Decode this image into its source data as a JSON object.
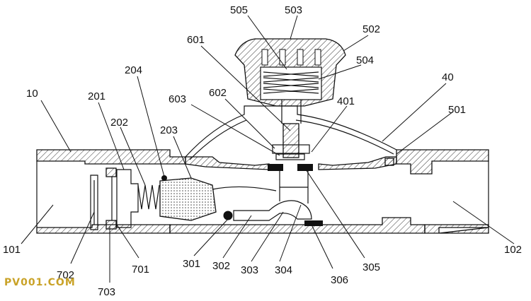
{
  "labels": {
    "l10": "10",
    "l101": "101",
    "l102": "102",
    "l201": "201",
    "l202": "202",
    "l203": "203",
    "l204": "204",
    "l301": "301",
    "l302": "302",
    "l303": "303",
    "l304": "304",
    "l305": "305",
    "l306": "306",
    "l40": "40",
    "l401": "401",
    "l501": "501",
    "l502": "502",
    "l503": "503",
    "l504": "504",
    "l505": "505",
    "l601": "601",
    "l602": "602",
    "l603": "603",
    "l701": "701",
    "l702": "702",
    "l703": "703"
  },
  "watermark": "PV001.COM"
}
